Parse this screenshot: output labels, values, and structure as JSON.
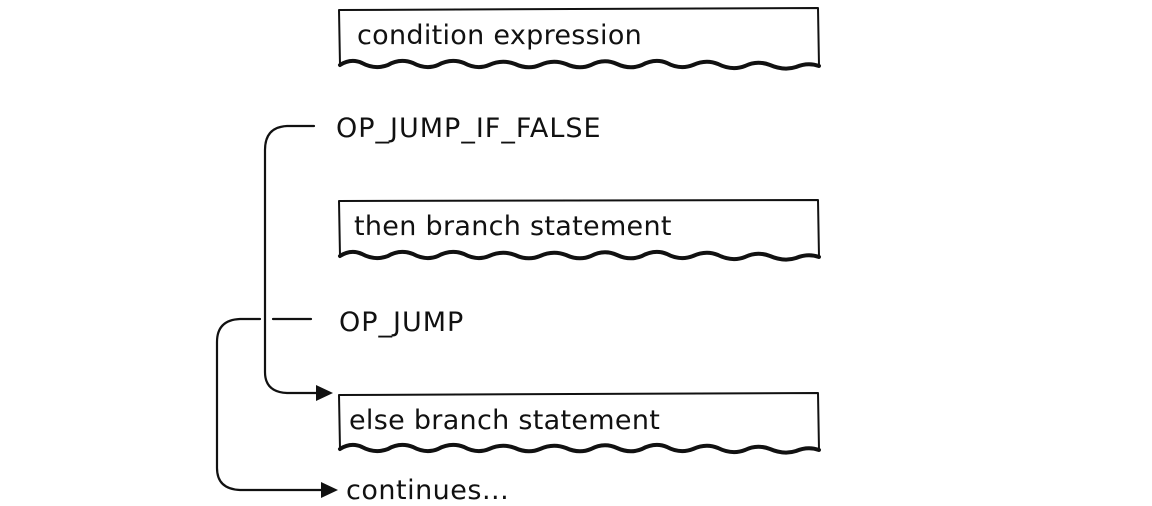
{
  "diagram": {
    "type": "control-flow",
    "blocks": [
      {
        "id": "condition",
        "label": "condition expression"
      },
      {
        "id": "then",
        "label": "then branch statement"
      },
      {
        "id": "else",
        "label": "else branch statement"
      }
    ],
    "instructions": [
      {
        "id": "jump_if_false",
        "label": "OP_JUMP_IF_FALSE"
      },
      {
        "id": "jump",
        "label": "OP_JUMP"
      }
    ],
    "terminal": {
      "label": "continues..."
    },
    "edges": [
      {
        "from": "OP_JUMP_IF_FALSE",
        "to": "else branch statement",
        "arrow": true
      },
      {
        "from": "OP_JUMP",
        "to": "continues...",
        "arrow": true
      }
    ],
    "colors": {
      "ink": "#111111",
      "background": "#ffffff"
    }
  }
}
